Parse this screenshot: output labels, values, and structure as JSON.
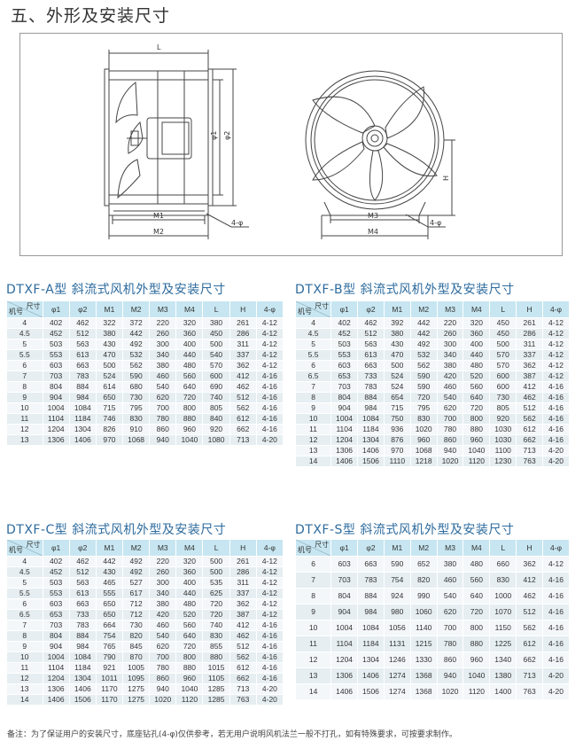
{
  "section_title": "五、外形及安装尺寸",
  "drawing": {
    "labels": {
      "L": "L",
      "phi1": "φ1",
      "phi2": "φ2",
      "M1": "M1",
      "M2": "M2",
      "M3": "M3",
      "M4": "M4",
      "H": "H",
      "hole_left": "4-φ",
      "hole_right": "4-φ"
    }
  },
  "tables": [
    {
      "title_code": "DTXF-A型",
      "title_text": "斜流式风机外型及安装尺寸",
      "header_corner_top": "尺寸",
      "header_corner_bottom": "机号",
      "columns": [
        "φ1",
        "φ2",
        "M1",
        "M2",
        "M3",
        "M4",
        "L",
        "H",
        "4-φ"
      ],
      "rows": [
        [
          "4",
          "402",
          "462",
          "322",
          "372",
          "220",
          "320",
          "380",
          "261",
          "4-12"
        ],
        [
          "4.5",
          "452",
          "512",
          "380",
          "442",
          "260",
          "360",
          "450",
          "286",
          "4-12"
        ],
        [
          "5",
          "503",
          "563",
          "430",
          "492",
          "300",
          "400",
          "500",
          "311",
          "4-12"
        ],
        [
          "5.5",
          "553",
          "613",
          "470",
          "532",
          "340",
          "440",
          "540",
          "337",
          "4-12"
        ],
        [
          "6",
          "603",
          "663",
          "500",
          "562",
          "380",
          "480",
          "570",
          "362",
          "4-12"
        ],
        [
          "7",
          "703",
          "783",
          "524",
          "590",
          "460",
          "560",
          "600",
          "412",
          "4-16"
        ],
        [
          "8",
          "804",
          "884",
          "614",
          "680",
          "540",
          "640",
          "690",
          "462",
          "4-16"
        ],
        [
          "9",
          "904",
          "984",
          "650",
          "730",
          "620",
          "720",
          "740",
          "512",
          "4-16"
        ],
        [
          "10",
          "1004",
          "1084",
          "715",
          "795",
          "700",
          "800",
          "805",
          "562",
          "4-16"
        ],
        [
          "11",
          "1104",
          "1184",
          "746",
          "830",
          "780",
          "880",
          "840",
          "612",
          "4-16"
        ],
        [
          "12",
          "1204",
          "1304",
          "826",
          "910",
          "860",
          "960",
          "920",
          "662",
          "4-16"
        ],
        [
          "13",
          "1306",
          "1406",
          "970",
          "1068",
          "940",
          "1040",
          "1080",
          "713",
          "4-20"
        ]
      ]
    },
    {
      "title_code": "DTXF-B型",
      "title_text": "斜流式风机外型及安装尺寸",
      "header_corner_top": "尺寸",
      "header_corner_bottom": "机号",
      "columns": [
        "φ1",
        "φ2",
        "M1",
        "M2",
        "M3",
        "M4",
        "L",
        "H",
        "4-φ"
      ],
      "rows": [
        [
          "4",
          "402",
          "462",
          "392",
          "442",
          "220",
          "320",
          "450",
          "261",
          "4-12"
        ],
        [
          "4.5",
          "452",
          "512",
          "380",
          "442",
          "260",
          "360",
          "450",
          "286",
          "4-12"
        ],
        [
          "5",
          "503",
          "563",
          "430",
          "492",
          "300",
          "400",
          "500",
          "311",
          "4-12"
        ],
        [
          "5.5",
          "553",
          "613",
          "470",
          "532",
          "340",
          "440",
          "570",
          "337",
          "4-12"
        ],
        [
          "6",
          "603",
          "663",
          "500",
          "562",
          "380",
          "480",
          "570",
          "362",
          "4-12"
        ],
        [
          "6.5",
          "653",
          "733",
          "524",
          "590",
          "420",
          "520",
          "600",
          "387",
          "4-12"
        ],
        [
          "7",
          "703",
          "783",
          "524",
          "590",
          "460",
          "560",
          "600",
          "412",
          "4-16"
        ],
        [
          "8",
          "804",
          "884",
          "654",
          "720",
          "540",
          "640",
          "730",
          "462",
          "4-16"
        ],
        [
          "9",
          "904",
          "984",
          "715",
          "795",
          "620",
          "720",
          "805",
          "512",
          "4-16"
        ],
        [
          "10",
          "1004",
          "1084",
          "750",
          "830",
          "700",
          "800",
          "920",
          "562",
          "4-16"
        ],
        [
          "11",
          "1104",
          "1184",
          "936",
          "1020",
          "780",
          "880",
          "1030",
          "612",
          "4-16"
        ],
        [
          "12",
          "1204",
          "1304",
          "876",
          "960",
          "860",
          "960",
          "1030",
          "662",
          "4-16"
        ],
        [
          "13",
          "1306",
          "1406",
          "970",
          "1068",
          "940",
          "1040",
          "1100",
          "713",
          "4-20"
        ],
        [
          "14",
          "1406",
          "1506",
          "1110",
          "1218",
          "1020",
          "1120",
          "1230",
          "763",
          "4-20"
        ]
      ]
    },
    {
      "title_code": "DTXF-C型",
      "title_text": "斜流式风机外型及安装尺寸",
      "header_corner_top": "尺寸",
      "header_corner_bottom": "机号",
      "columns": [
        "φ1",
        "φ2",
        "M1",
        "M2",
        "M3",
        "M4",
        "L",
        "H",
        "4-φ"
      ],
      "rows": [
        [
          "4",
          "402",
          "462",
          "442",
          "492",
          "220",
          "320",
          "500",
          "261",
          "4-12"
        ],
        [
          "4.5",
          "452",
          "512",
          "430",
          "492",
          "260",
          "360",
          "500",
          "286",
          "4-12"
        ],
        [
          "5",
          "503",
          "563",
          "465",
          "527",
          "300",
          "400",
          "535",
          "311",
          "4-12"
        ],
        [
          "5.5",
          "553",
          "613",
          "555",
          "617",
          "340",
          "440",
          "625",
          "337",
          "4-12"
        ],
        [
          "6",
          "603",
          "663",
          "650",
          "712",
          "380",
          "480",
          "720",
          "362",
          "4-12"
        ],
        [
          "6.5",
          "653",
          "733",
          "650",
          "712",
          "420",
          "520",
          "720",
          "387",
          "4-12"
        ],
        [
          "7",
          "703",
          "783",
          "664",
          "730",
          "460",
          "560",
          "740",
          "412",
          "4-16"
        ],
        [
          "8",
          "804",
          "884",
          "754",
          "820",
          "540",
          "640",
          "830",
          "462",
          "4-16"
        ],
        [
          "9",
          "904",
          "984",
          "765",
          "845",
          "620",
          "720",
          "855",
          "512",
          "4-16"
        ],
        [
          "10",
          "1004",
          "1084",
          "790",
          "870",
          "700",
          "800",
          "880",
          "562",
          "4-16"
        ],
        [
          "11",
          "1104",
          "1184",
          "921",
          "1005",
          "780",
          "880",
          "1015",
          "612",
          "4-16"
        ],
        [
          "12",
          "1204",
          "1304",
          "1011",
          "1095",
          "860",
          "960",
          "1105",
          "662",
          "4-16"
        ],
        [
          "13",
          "1306",
          "1406",
          "1170",
          "1275",
          "940",
          "1040",
          "1285",
          "713",
          "4-20"
        ],
        [
          "14",
          "1406",
          "1506",
          "1170",
          "1275",
          "1020",
          "1120",
          "1285",
          "763",
          "4-20"
        ]
      ]
    },
    {
      "title_code": "DTXF-S型",
      "title_text": "斜流式风机外型及安装尺寸",
      "header_corner_top": "尺寸",
      "header_corner_bottom": "机号",
      "columns": [
        "φ1",
        "φ2",
        "M1",
        "M2",
        "M3",
        "M4",
        "L",
        "H",
        "4-φ"
      ],
      "rows": [
        [
          "6",
          "603",
          "663",
          "590",
          "652",
          "380",
          "480",
          "660",
          "362",
          "4-12"
        ],
        [
          "7",
          "703",
          "783",
          "754",
          "820",
          "460",
          "560",
          "830",
          "412",
          "4-16"
        ],
        [
          "8",
          "804",
          "884",
          "924",
          "990",
          "540",
          "640",
          "1000",
          "462",
          "4-16"
        ],
        [
          "9",
          "904",
          "984",
          "980",
          "1060",
          "620",
          "720",
          "1070",
          "512",
          "4-16"
        ],
        [
          "10",
          "1004",
          "1084",
          "1056",
          "1140",
          "700",
          "800",
          "1150",
          "562",
          "4-16"
        ],
        [
          "11",
          "1104",
          "1184",
          "1131",
          "1215",
          "780",
          "880",
          "1225",
          "612",
          "4-16"
        ],
        [
          "12",
          "1204",
          "1304",
          "1246",
          "1330",
          "860",
          "960",
          "1340",
          "662",
          "4-16"
        ],
        [
          "13",
          "1306",
          "1406",
          "1274",
          "1368",
          "940",
          "1040",
          "1380",
          "713",
          "4-20"
        ],
        [
          "14",
          "1406",
          "1506",
          "1274",
          "1368",
          "1020",
          "1120",
          "1400",
          "763",
          "4-20"
        ]
      ]
    }
  ],
  "footnote": "备注：为了保证用户的安装尺寸，底座钻孔(4-φ)仅供参考，若无用户说明风机法兰一般不打孔，如有特殊要求，可按要求制作。"
}
